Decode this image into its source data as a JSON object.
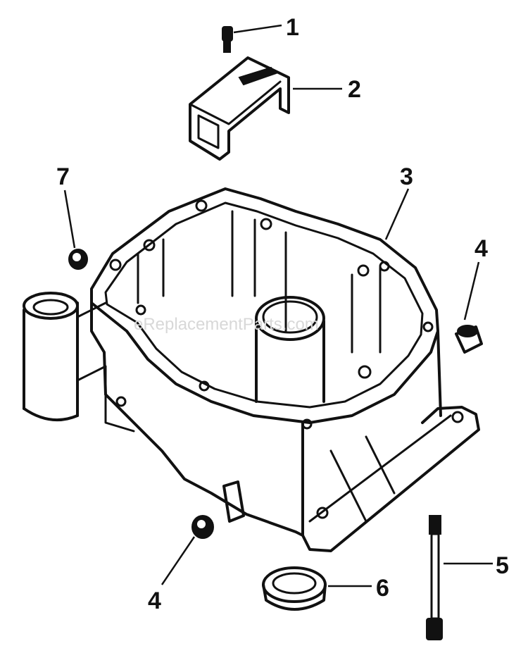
{
  "watermark": "eReplacementParts.com",
  "callouts": [
    {
      "id": "1",
      "label": "1"
    },
    {
      "id": "2",
      "label": "2"
    },
    {
      "id": "3",
      "label": "3"
    },
    {
      "id": "4a",
      "label": "4"
    },
    {
      "id": "4b",
      "label": "4"
    },
    {
      "id": "5",
      "label": "5"
    },
    {
      "id": "6",
      "label": "6"
    },
    {
      "id": "7",
      "label": "7"
    }
  ],
  "colors": {
    "ink": "#111111",
    "background": "#ffffff",
    "watermark": "#d8d8d8"
  }
}
